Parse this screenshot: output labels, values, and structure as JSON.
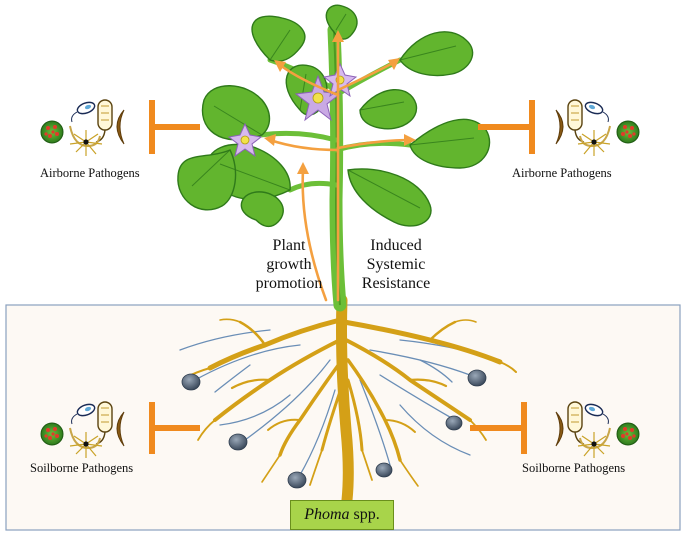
{
  "labels": {
    "airborne_left": "Airborne Pathogens",
    "airborne_right": "Airborne Pathogens",
    "soilborne_left": "Soilborne Pathogens",
    "soilborne_right": "Soilborne Pathogens",
    "plant_growth": [
      "Plant",
      "growth",
      "promotion"
    ],
    "isr": [
      "Induced",
      "Systemic",
      "Resistance"
    ],
    "phoma_genus": "Phoma",
    "phoma_suffix": "spp."
  },
  "colors": {
    "leaf": "#62b52e",
    "leaf_dark": "#2f7a1a",
    "stem": "#6cbf38",
    "root": "#d4a017",
    "fine_root": "#5b83b0",
    "arrow": "#f4a040",
    "inhibit": "#f08a1e",
    "flower": "#c9a9e4",
    "soil_box": "#fdf9f4",
    "soil_border": "#8aa0bf",
    "phoma_box": "#a8d44a"
  }
}
